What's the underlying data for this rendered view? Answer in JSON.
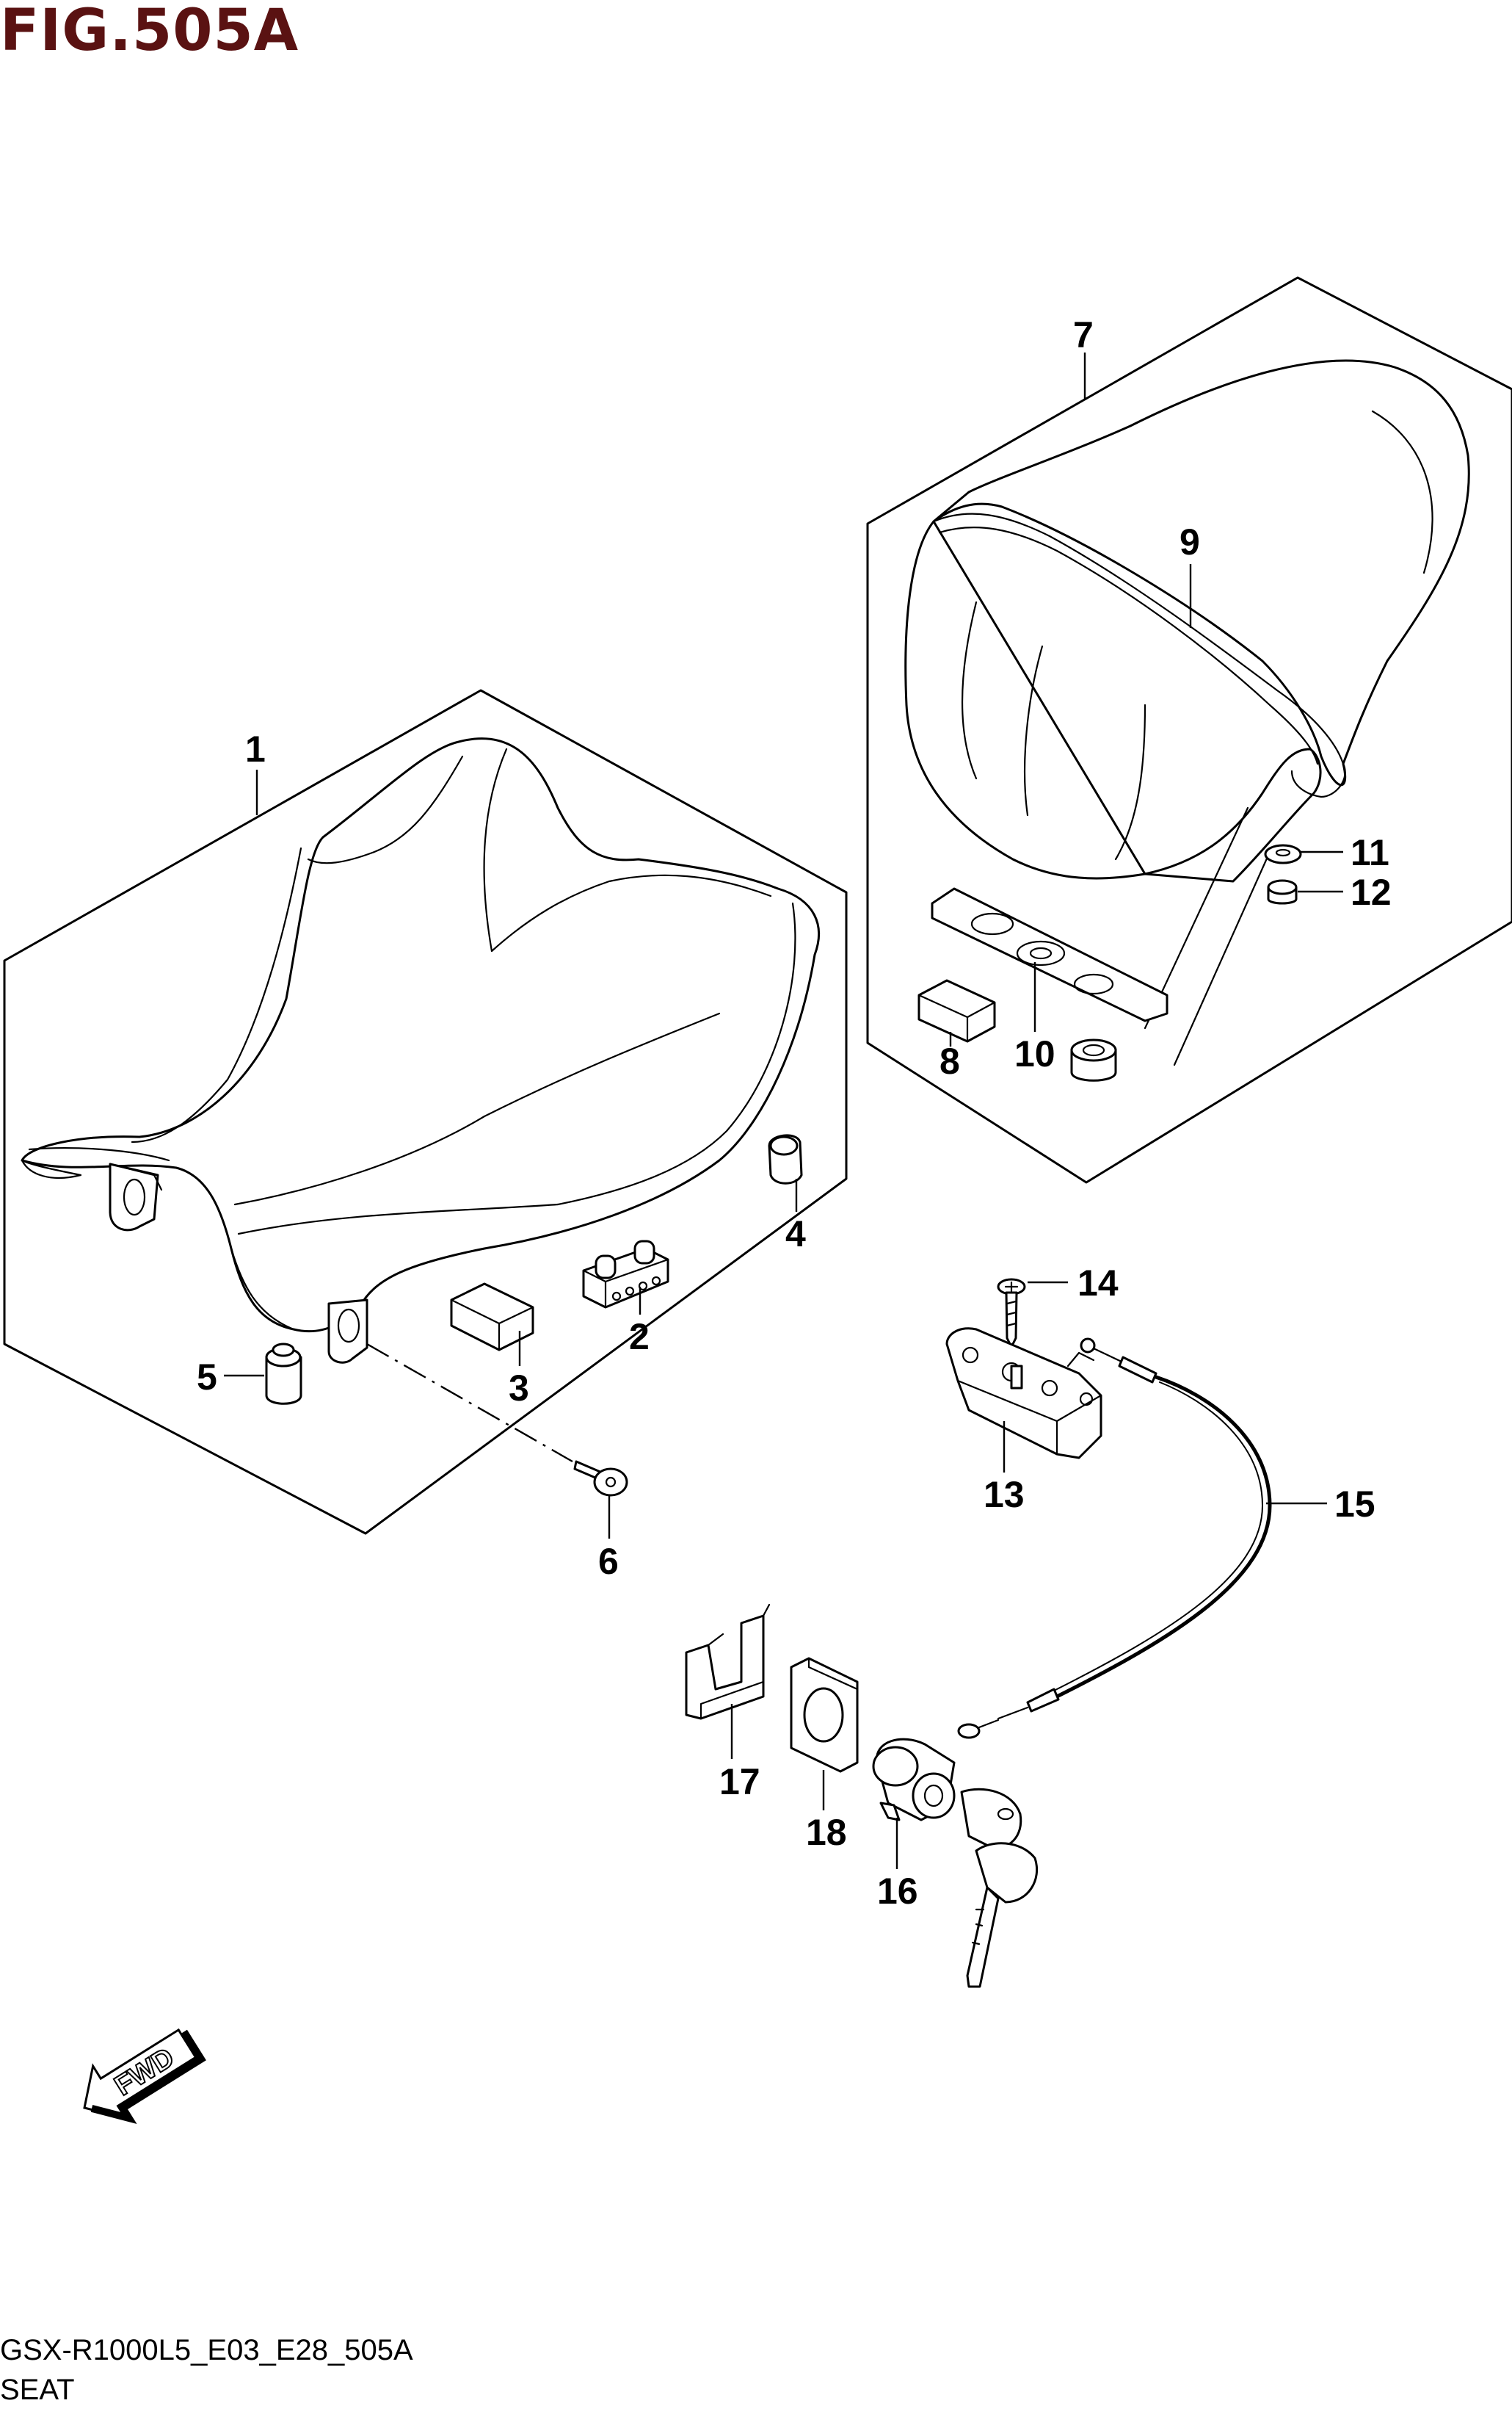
{
  "figure": {
    "title": "FIG.505A",
    "model_code": "GSX-R1000L5_E03_E28_505A",
    "name": "SEAT"
  },
  "direction_marker": {
    "label": "FWD",
    "icon": "forward-arrow-icon"
  },
  "callouts": [
    {
      "id": "1",
      "label": "1"
    },
    {
      "id": "2",
      "label": "2"
    },
    {
      "id": "3",
      "label": "3"
    },
    {
      "id": "4",
      "label": "4"
    },
    {
      "id": "5",
      "label": "5"
    },
    {
      "id": "6",
      "label": "6"
    },
    {
      "id": "7",
      "label": "7"
    },
    {
      "id": "8",
      "label": "8"
    },
    {
      "id": "9",
      "label": "9"
    },
    {
      "id": "10",
      "label": "10"
    },
    {
      "id": "11",
      "label": "11"
    },
    {
      "id": "12",
      "label": "12"
    },
    {
      "id": "13",
      "label": "13"
    },
    {
      "id": "14",
      "label": "14"
    },
    {
      "id": "15",
      "label": "15"
    },
    {
      "id": "16",
      "label": "16"
    },
    {
      "id": "17",
      "label": "17"
    },
    {
      "id": "18",
      "label": "18"
    }
  ],
  "colors": {
    "title": "#5a1212",
    "line": "#000000",
    "background": "#ffffff"
  }
}
